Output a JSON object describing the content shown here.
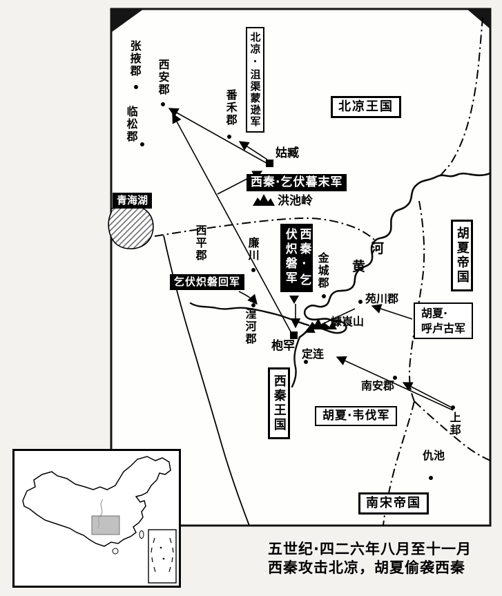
{
  "colors": {
    "ink": "#000000",
    "paper": "#ffffff",
    "margin": "#f3f2ee"
  },
  "caption": {
    "line1": "五世纪·四二六年八月至十一月",
    "line2": "西秦攻击北凉，胡夏偷袭西秦"
  },
  "regions": {
    "beiliang": "北凉王国",
    "huxia": "胡夏帝国",
    "xiqin": "西秦王国",
    "nansong": "南宋帝国"
  },
  "armies": {
    "juqu_mengxun": "北凉·沮渠蒙逊军",
    "qifu_mumo": "西秦·乞伏暮末军",
    "qifu_chipan_col1": "西秦·乞",
    "qifu_chipan_col2": "伏炽磐军",
    "qifu_chipan_return": "乞伏炽磐回军",
    "hulugu_line1": "胡夏·",
    "hulugu_line2": "呼卢古军",
    "weifa": "胡夏·韦伐军"
  },
  "places": {
    "zhangye": "张掖郡",
    "xianjun": "西安郡",
    "linsong": "临松郡",
    "fanhe": "番禾郡",
    "guzang": "姑臧",
    "hongchiling": "洪池岭",
    "qinghai_lake": "青海湖",
    "xiping": "西平郡",
    "lianchuan": "廉川",
    "jincheng": "金城郡",
    "huang": "黄",
    "he": "河",
    "yuanchuan": "苑川郡",
    "huanghejun": "湟河郡",
    "fuhan": "枹罕",
    "kanglangshan": "嵻崀山",
    "dinglian": "定连",
    "nanan": "南安郡",
    "shanggui": "上邽",
    "chouchi": "仇池"
  }
}
